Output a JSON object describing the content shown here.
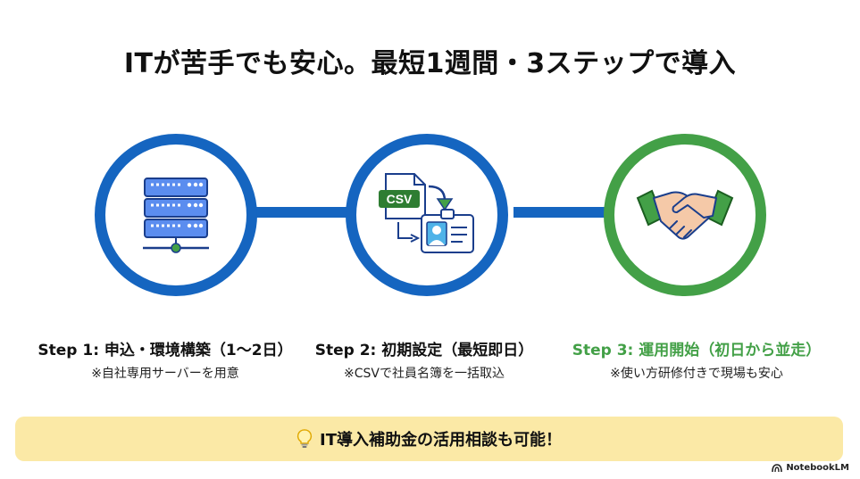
{
  "title": "ITが苦手でも安心。最短1週間・3ステップで導入",
  "steps": [
    {
      "title": "Step 1: 申込・環境構築（1〜2日）",
      "note": "※自社専用サーバーを用意",
      "icon": "server-icon"
    },
    {
      "title": "Step 2: 初期設定（最短即日）",
      "note": "※CSVで社員名簿を一括取込",
      "icon": "csv-import-icon",
      "icon_text": "CSV"
    },
    {
      "title": "Step 3: 運用開始（初日から並走）",
      "note": "※使い方研修付きで現場も安心",
      "icon": "handshake-icon"
    }
  ],
  "banner": {
    "text": "IT導入補助金の活用相談も可能！",
    "icon": "lightbulb-icon"
  },
  "brand": "NotebookLM",
  "colors": {
    "primary": "#1565C0",
    "accent": "#43A047",
    "banner_bg": "#FBE9A6",
    "text": "#111111"
  }
}
